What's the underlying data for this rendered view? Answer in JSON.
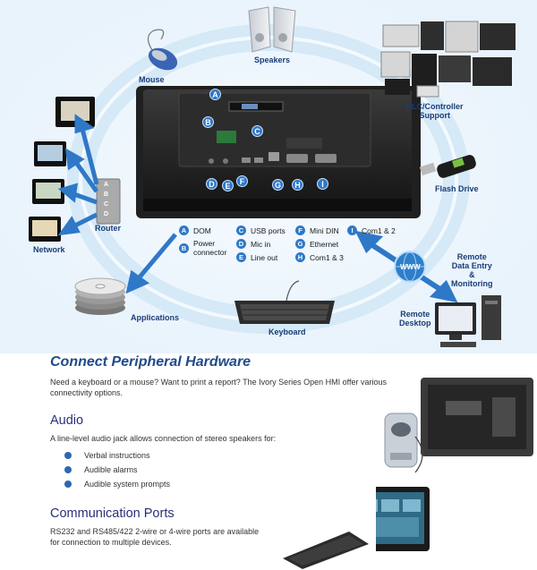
{
  "diagram": {
    "devices": {
      "mouse": "Mouse",
      "speakers": "Speakers",
      "plc": "PLC/Controller\nSupport",
      "flash": "Flash Drive",
      "remote_data": "Remote\nData Entry\n&\nMonitoring",
      "remote_desktop": "Remote\nDesktop",
      "keyboard": "Keyboard",
      "applications": "Applications",
      "network": "Network",
      "router": "Router",
      "www": "WWW"
    },
    "router_ports": [
      "A",
      "B",
      "C",
      "D"
    ],
    "port_badges": [
      "A",
      "B",
      "C",
      "D",
      "E",
      "F",
      "G",
      "H",
      "I"
    ],
    "legend": [
      {
        "letter": "A",
        "text": "DOM"
      },
      {
        "letter": "B",
        "text": "Power\nconnector"
      },
      {
        "letter": "C",
        "text": "USB ports"
      },
      {
        "letter": "D",
        "text": "Mic in"
      },
      {
        "letter": "E",
        "text": "Line out"
      },
      {
        "letter": "F",
        "text": "Mini DIN"
      },
      {
        "letter": "G",
        "text": "Ethernet"
      },
      {
        "letter": "H",
        "text": "Com1 & 3"
      },
      {
        "letter": "I",
        "text": "Com1 & 2"
      }
    ]
  },
  "content": {
    "heading": "Connect Peripheral Hardware",
    "intro": "Need a keyboard or a mouse? Want to print a report? The Ivory Series Open HMI offer various connectivity options.",
    "audio": {
      "title": "Audio",
      "text": "A line-level audio jack allows connection of stereo speakers for:",
      "bullets": [
        "Verbal instructions",
        "Audible alarms",
        "Audible system prompts"
      ]
    },
    "comm": {
      "title": "Communication Ports",
      "text": "RS232 and RS485/422 2-wire or 4-wire ports are available for connection to multiple devices."
    }
  },
  "colors": {
    "ring": "#cfe6f6",
    "arrow": "#2f78c8",
    "heading": "#1f4a8a",
    "subheading": "#2a2f78"
  }
}
